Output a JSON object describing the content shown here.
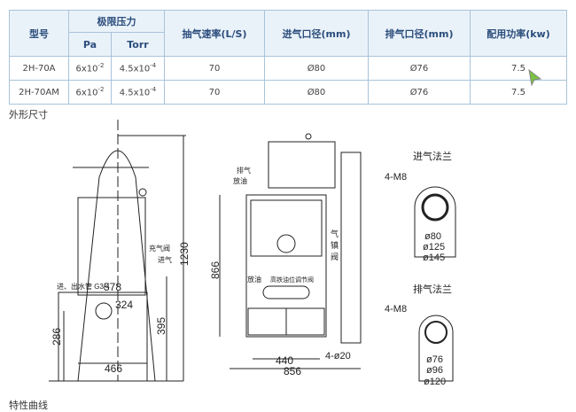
{
  "table": {
    "headers": {
      "model": "型号",
      "limit_pressure": "极限压力",
      "pa": "Pa",
      "torr": "Torr",
      "speed": "抽气速率(L/S)",
      "inlet": "进气口径(mm)",
      "outlet": "排气口径(mm)",
      "power": "配用功率(kw)"
    },
    "rows": [
      {
        "model": "2H-70A",
        "pa_base": "6x10",
        "pa_exp": "-2",
        "torr_base": "4.5x10",
        "torr_exp": "-4",
        "speed": "70",
        "inlet": "Ø80",
        "outlet": "Ø76",
        "power": "7.5"
      },
      {
        "model": "2H-70AM",
        "pa_base": "6x10",
        "pa_exp": "-2",
        "torr_base": "4.5x10",
        "torr_exp": "-4",
        "speed": "70",
        "inlet": "Ø80",
        "outlet": "Ø76",
        "power": "7.5"
      }
    ]
  },
  "caption": "外形尺寸",
  "caption_bottom": "特性曲线",
  "drawing": {
    "side": {
      "water": "进、出水管 G3/4",
      "fill_valve": "充气阀",
      "inlet": "进气",
      "d1230": "1230",
      "d578": "578",
      "d324": "324",
      "d395": "395",
      "d286": "286",
      "d466": "466"
    },
    "front": {
      "exhaust": "排气",
      "drain": "放油",
      "drain2": "放油",
      "valve": "高铁油位调节阀",
      "gas_ballast": [
        "气",
        "镇",
        "阀"
      ],
      "d866": "866",
      "d440": "440",
      "d856": "856",
      "holes": "4-ø20"
    },
    "inlet_flange": {
      "title": "进气法兰",
      "bolts": "4-M8",
      "d1": "ø80",
      "d2": "ø125",
      "d3": "ø145"
    },
    "outlet_flange": {
      "title": "排气法兰",
      "bolts": "4-M8",
      "d1": "ø76",
      "d2": "ø96",
      "d3": "ø120"
    }
  },
  "colors": {
    "header_bg": "#eaf2f9",
    "border": "#a9c3da",
    "cursor": "#7ac142"
  }
}
